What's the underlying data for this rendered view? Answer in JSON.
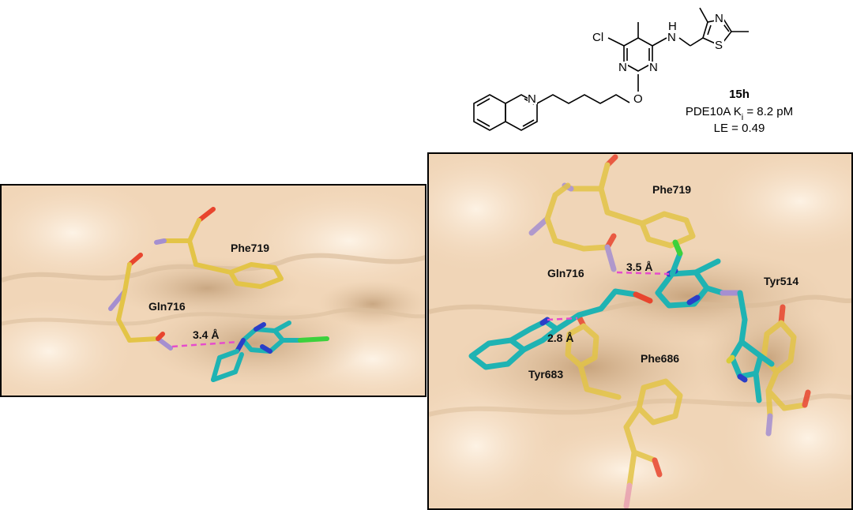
{
  "compound": {
    "id": "15h",
    "activity_prefix": "PDE10A K",
    "activity_sub": "i",
    "activity_value": " = 8.2 pM",
    "le": "LE = 0.49",
    "atoms": {
      "cl": "Cl",
      "n": "N",
      "h": "H",
      "o": "O",
      "s": "S"
    }
  },
  "left_panel": {
    "residues": {
      "phe719": "Phe719",
      "gln716": "Gln716"
    },
    "distance": "3.4 Å"
  },
  "right_panel": {
    "residues": {
      "phe719": "Phe719",
      "gln716": "Gln716",
      "tyr514": "Tyr514",
      "tyr683": "Tyr683",
      "phe686": "Phe686"
    },
    "distances": {
      "hbond_a": "3.5 Å",
      "hbond_b": "2.8 Å"
    }
  },
  "colors": {
    "surface": "#f3d9bd",
    "surface_shadow": "#d9bb9a",
    "surface_highlight": "#fbeede",
    "residue_carbon": "#e3c447",
    "ligand_carbon": "#1fb3b3",
    "nitrogen": "#2a3ec8",
    "oxygen": "#e8452e",
    "chlorine": "#3cd13c",
    "sulfur": "#d8cc3a",
    "hbond": "#e64ccc",
    "residue_n": "#a58fd0"
  }
}
